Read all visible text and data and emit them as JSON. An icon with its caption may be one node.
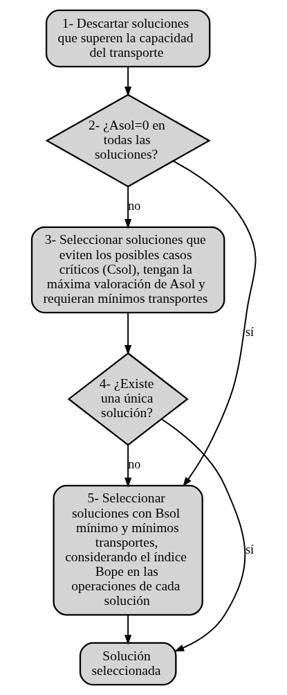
{
  "diagram": {
    "nodes": [
      {
        "text": [
          "1- Descartar soluciones que superen la capacidad del transporte"
        ]
      },
      {
        "text": [
          "2- ¿Asol=0 en todas las soluciones?"
        ]
      },
      {
        "text": [
          "3- Seleccionar soluciones que eviten los posibles casos críticos (Csol), tengan la máxima valoración de Asol y requieran mínimos transportes"
        ]
      },
      {
        "text": [
          "4- ¿Existe una única solución?"
        ]
      },
      {
        "text": [
          "5- Seleccionar  soluciones con Bsol mínimo y mínimos transportes, considerando el índice Bope en las operaciones de cada solución"
        ]
      },
      {
        "text": [
          "Solución seleccionada"
        ]
      }
    ],
    "edges": [
      {
        "from": 0,
        "to": 1,
        "arrow": "to"
      },
      {
        "from": 1,
        "to": 2,
        "arrow": "to",
        "label": "no"
      },
      {
        "from": 2,
        "to": 3,
        "arrow": "to"
      },
      {
        "from": 1,
        "to": 4,
        "arrow": "to",
        "label": "sí"
      },
      {
        "from": 3,
        "to": 4,
        "arrow": "to",
        "label": "no"
      },
      {
        "from": 4,
        "to": 5,
        "arrow": "to"
      },
      {
        "from": 3,
        "to": 5,
        "arrow": "to",
        "label": "sí"
      }
    ]
  }
}
